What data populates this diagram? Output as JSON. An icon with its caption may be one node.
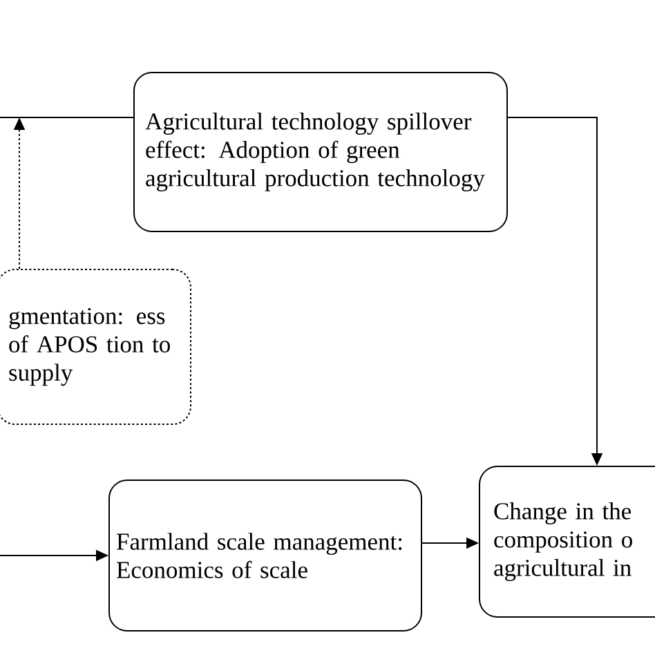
{
  "diagram": {
    "nodes": [
      {
        "text": [
          "Agricultural technology spillover effect: Adoption of green agricultural production technology"
        ]
      },
      {
        "text": [
          "gmentation: ess of APOS tion to supply"
        ]
      },
      {
        "text": [
          "Farmland scale management: Economics of scale"
        ]
      },
      {
        "text": [
          "Change in the composition o agricultural in"
        ]
      }
    ],
    "edges": [
      {
        "from": null,
        "to": 0,
        "arrow": "none"
      },
      {
        "from": 1,
        "to": null,
        "arrow": "to",
        "style": "dashed"
      },
      {
        "from": 0,
        "to": 3,
        "arrow": "to"
      },
      {
        "from": null,
        "to": 2,
        "arrow": "to"
      },
      {
        "from": 2,
        "to": 3,
        "arrow": "to"
      }
    ]
  }
}
